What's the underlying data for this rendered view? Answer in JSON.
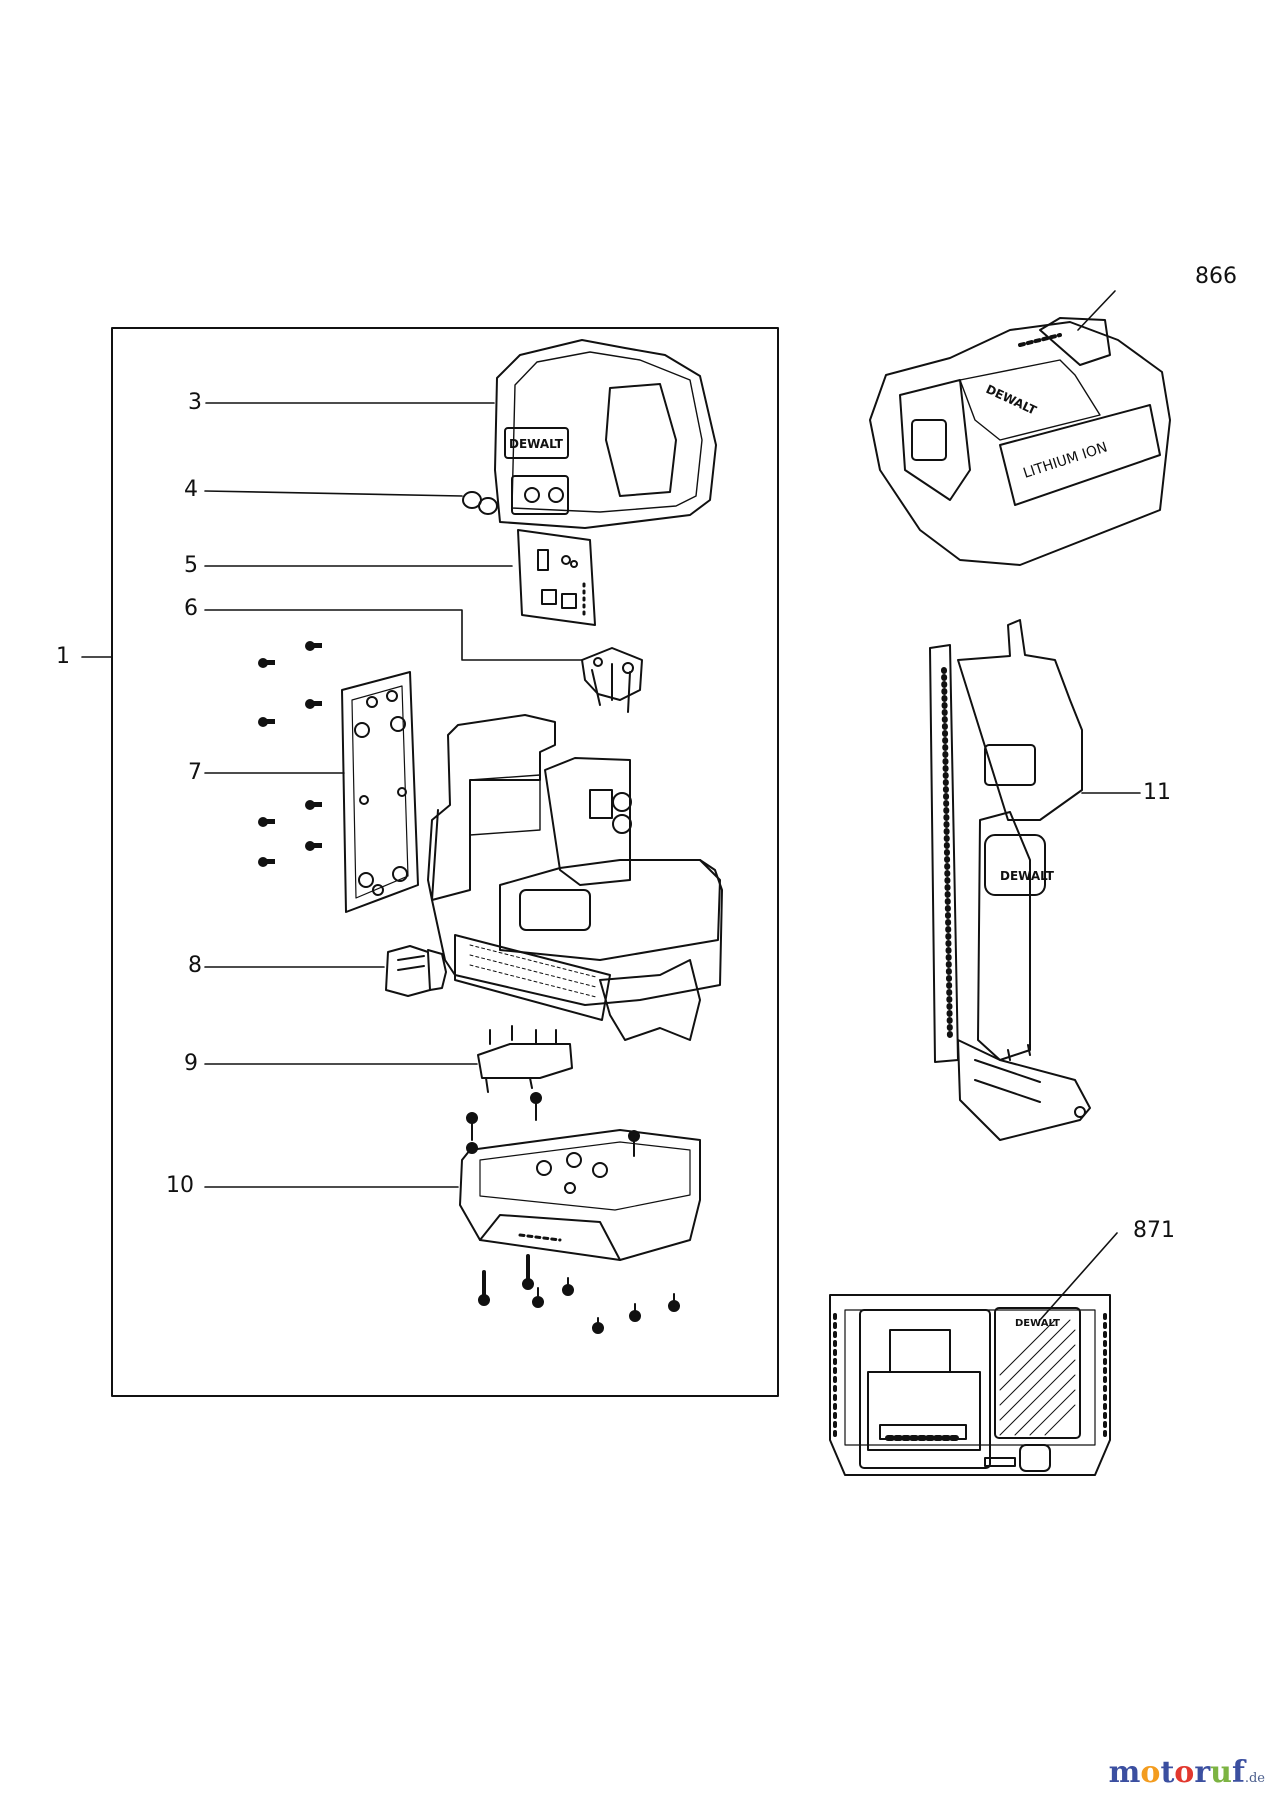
{
  "callouts": {
    "c1": "1",
    "c3": "3",
    "c4": "4",
    "c5": "5",
    "c6": "6",
    "c7": "7",
    "c8": "8",
    "c9": "9",
    "c10": "10",
    "c11": "11",
    "c866": "866",
    "c871": "871"
  },
  "part_markings": {
    "housing_logo": "DEWALT",
    "battery_logo": "DEWALT",
    "battery_text": "LITHIUM ION",
    "bracket_logo": "DEWALT",
    "charger_logo": "DEWALT"
  },
  "watermark": {
    "letters": [
      "m",
      "o",
      "t",
      "o",
      "r",
      "u",
      "f"
    ],
    "letter_colors": [
      "#3b4fa0",
      "#f39c1f",
      "#3b4fa0",
      "#e2382e",
      "#3b4fa0",
      "#7cb342",
      "#3b4fa0"
    ],
    "suffix": ".de"
  }
}
